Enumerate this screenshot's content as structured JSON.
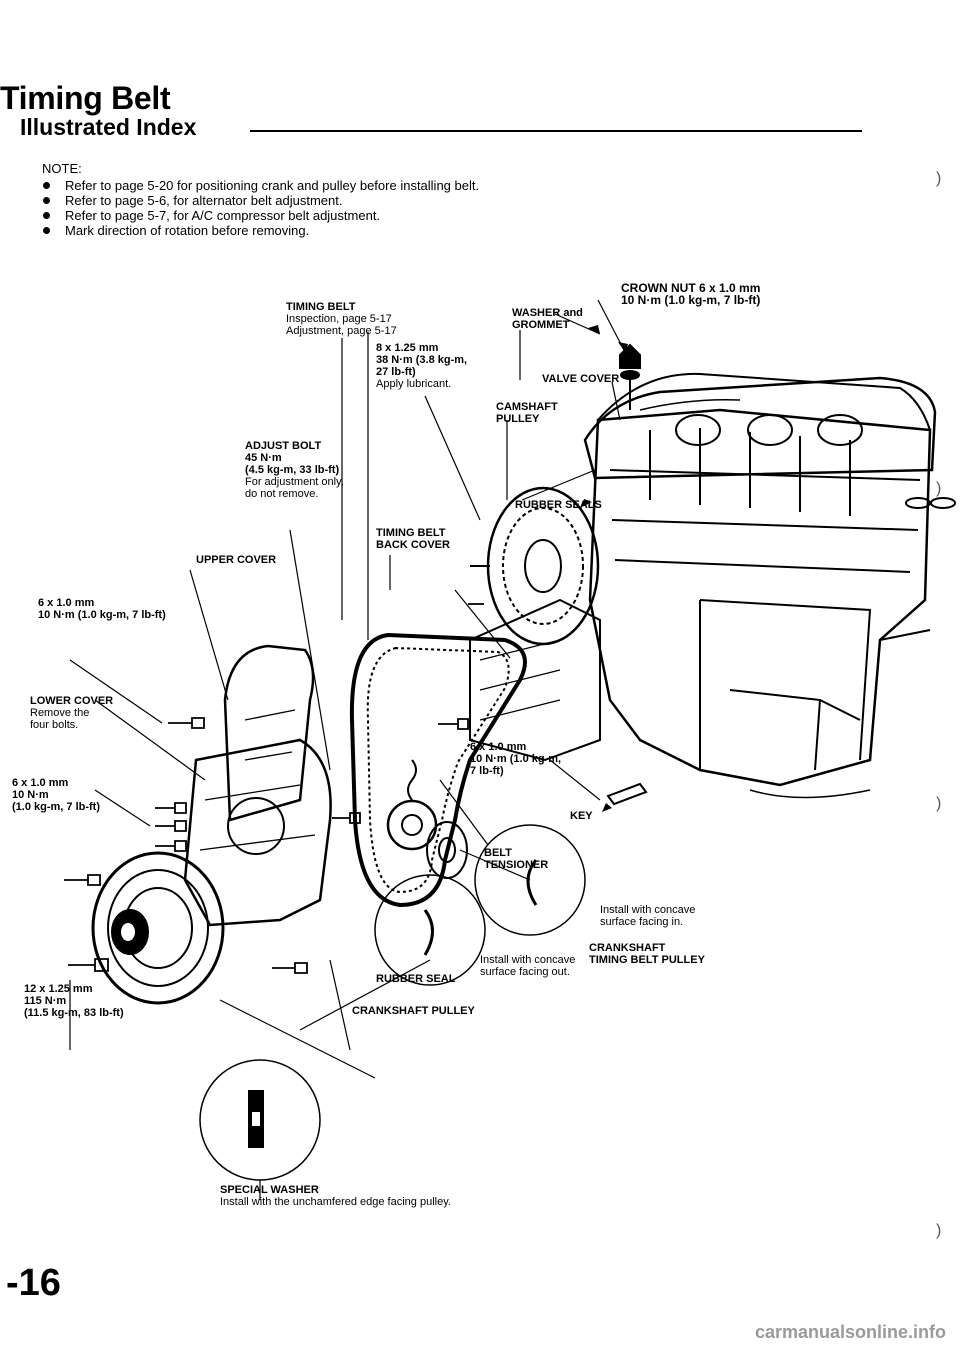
{
  "page": {
    "title": "Timing Belt",
    "subtitle": "Illustrated Index",
    "number": "-16",
    "watermark": "carmanualsonline.info"
  },
  "note": {
    "heading": "NOTE:",
    "items": [
      "Refer to page 5-20 for positioning crank and pulley before installing belt.",
      "Refer to page 5-6, for alternator belt adjustment.",
      "Refer to page 5-7, for A/C compressor belt adjustment.",
      "Mark direction of rotation before removing."
    ]
  },
  "labels": {
    "crown_nut": {
      "name": "CROWN NUT 6 x 1.0 mm",
      "torque": "10 N·m (1.0 kg-m, 7 lb-ft)"
    },
    "washer": {
      "line1": "WASHER and",
      "line2": "GROMMET"
    },
    "timing_belt": {
      "name": "TIMING BELT",
      "line1": "Inspection, page 5-17",
      "line2": "Adjustment, page 5-17"
    },
    "bolt_8x125": {
      "size": "8 x 1.25 mm",
      "torque": "38 N·m (3.8 kg-m,",
      "torque2": "27 lb-ft)",
      "note": "Apply lubricant."
    },
    "valve_cover": "VALVE COVER",
    "camshaft_pulley": {
      "line1": "CAMSHAFT",
      "line2": "PULLEY"
    },
    "adjust_bolt": {
      "name": "ADJUST BOLT",
      "torque": "45 N·m",
      "torque2": "(4.5 kg-m, 33 lb-ft)",
      "note": "For adjustment only,",
      "note2": "do not remove."
    },
    "rubber_seals": "RUBBER SEALS",
    "timing_belt_back_cover": {
      "line1": "TIMING BELT",
      "line2": "BACK COVER"
    },
    "upper_cover": "UPPER COVER",
    "bolt_6x10_a": {
      "size": "6 x 1.0 mm",
      "torque": "10 N·m (1.0 kg-m, 7 lb-ft)"
    },
    "lower_cover": {
      "name": "LOWER COVER",
      "note": "Remove the",
      "note2": "four bolts."
    },
    "bolt_6x10_b": {
      "size": "6 x 1.0 mm",
      "torque": "10 N·m (1.0 kg-m,",
      "torque2": "7 lb-ft)"
    },
    "bolt_6x10_c": {
      "size": "6 x 1.0 mm",
      "torque": "10 N·m",
      "torque2": "(1.0 kg-m, 7 lb-ft)"
    },
    "key": "KEY",
    "belt_tensioner": {
      "line1": "BELT",
      "line2": "TENSIONER"
    },
    "concave_in": {
      "line1": "Install with concave",
      "line2": "surface facing in."
    },
    "crankshaft_tb_pulley": {
      "line1": "CRANKSHAFT",
      "line2": "TIMING BELT PULLEY"
    },
    "concave_out": {
      "line1": "Install with concave",
      "line2": "surface facing out."
    },
    "rubber_seal": "RUBBER SEAL",
    "bolt_12x125": {
      "size": "12 x 1.25 mm",
      "torque": "115 N·m",
      "torque2": "(11.5 kg-m, 83 lb-ft)"
    },
    "crankshaft_pulley": "CRANKSHAFT PULLEY",
    "special_washer": {
      "name": "SPECIAL WASHER",
      "note": "Install with the unchamfered edge facing pulley."
    }
  }
}
